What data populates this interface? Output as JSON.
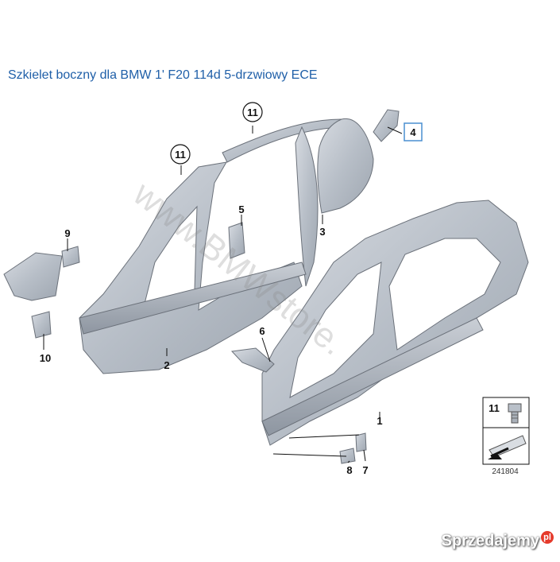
{
  "title": "Szkielet boczny dla BMW 1' F20 114d 5-drzwiowy ECE",
  "callouts": {
    "c1": "1",
    "c2": "2",
    "c3": "3",
    "c4": "4",
    "c5": "5",
    "c6": "6",
    "c7": "7",
    "c8": "8",
    "c9": "9",
    "c10": "10",
    "c11a": "11",
    "c11b": "11"
  },
  "legend": {
    "number": "11"
  },
  "diagram_number": "241804",
  "watermark": "www.BMWstore.",
  "brand": {
    "text": "Sprzedajemy",
    "suffix": "pl"
  },
  "colors": {
    "title": "#1f5fa8",
    "part_fill": "#b9c0c9",
    "part_stroke": "#6b717a",
    "highlight": "#4a8fd1"
  }
}
